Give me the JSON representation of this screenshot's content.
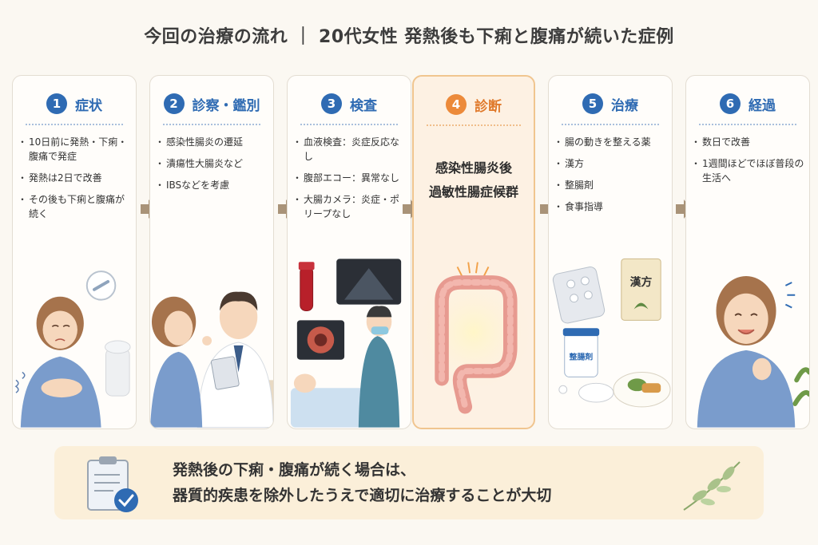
{
  "title": "今回の治療の流れ ｜ 20代女性 発熱後も下痢と腹痛が続いた症例",
  "steps": [
    {
      "num": "1",
      "title": "症状",
      "items": [
        "10日前に発熱・下痢・腹痛で発症",
        "発熱は2日で改善",
        "その後も下痢と腹痛が続く"
      ]
    },
    {
      "num": "2",
      "title": "診察・鑑別",
      "items": [
        "感染性腸炎の遷延",
        "潰瘍性大腸炎など",
        "IBSなどを考慮"
      ]
    },
    {
      "num": "3",
      "title": "検査",
      "items": [
        "血液検査：炎症反応なし",
        "腹部エコー：異常なし",
        "大腸カメラ：炎症・ポリープなし"
      ]
    },
    {
      "num": "4",
      "title": "診断",
      "diagnosis": [
        "感染性腸炎後",
        "過敏性腸症候群"
      ]
    },
    {
      "num": "5",
      "title": "治療",
      "items": [
        "腸の動きを整える薬",
        "漢方",
        "整腸剤",
        "食事指導"
      ]
    },
    {
      "num": "6",
      "title": "経過",
      "items": [
        "数日で改善",
        "1週間ほどでほぼ普段の生活へ"
      ]
    }
  ],
  "labels": {
    "kampo": "漢方",
    "seichozai": "整腸剤"
  },
  "summary": [
    "発熱後の下痢・腹痛が続く場合は、",
    "器質的疾患を除外したうえで適切に治療することが大切"
  ],
  "colors": {
    "accent": "#2f6bb3",
    "highlight": "#ec8a3a",
    "summary_bg": "#fbefd9"
  }
}
